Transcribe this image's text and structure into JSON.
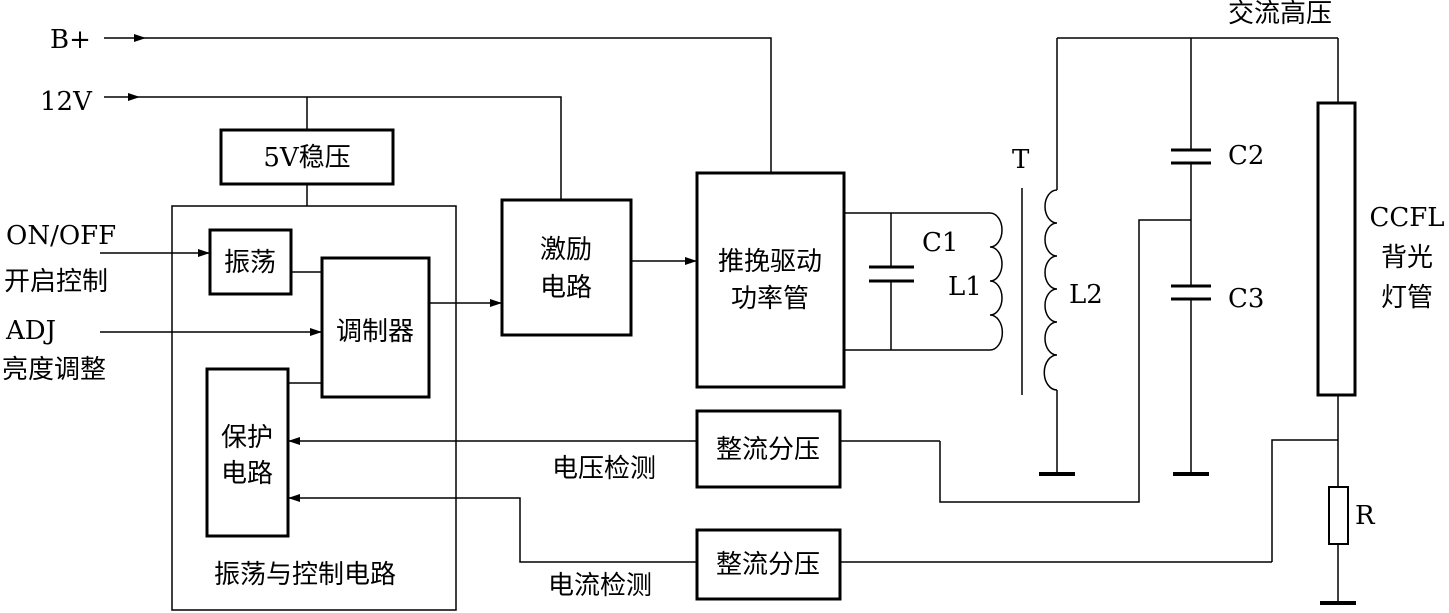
{
  "inputs": {
    "b_plus": "B+",
    "v12": "12V",
    "on_off": "ON/OFF",
    "on_off_cn": "开启控制",
    "adj": "ADJ",
    "adj_cn": "亮度调整"
  },
  "blocks": {
    "regulator": "5V稳压",
    "oscillator": "振荡",
    "modulator": "调制器",
    "protection_line1": "保护",
    "protection_line2": "电路",
    "osc_control_caption": "振荡与控制电路",
    "driver_line1": "激励",
    "driver_line2": "电路",
    "pushpull_line1": "推挽驱动",
    "pushpull_line2": "功率管",
    "rectifier_voltage": "整流分压",
    "rectifier_current": "整流分压"
  },
  "components": {
    "c1": "C1",
    "l1": "L1",
    "transformer": "T",
    "l2": "L2",
    "c2": "C2",
    "c3": "C3",
    "resistor": "R",
    "ccfl_line1": "CCFL",
    "ccfl_line2": "背光",
    "ccfl_line3": "灯管"
  },
  "signals": {
    "ac_high_voltage": "交流高压",
    "voltage_detect": "电压检测",
    "current_detect": "电流检测"
  }
}
